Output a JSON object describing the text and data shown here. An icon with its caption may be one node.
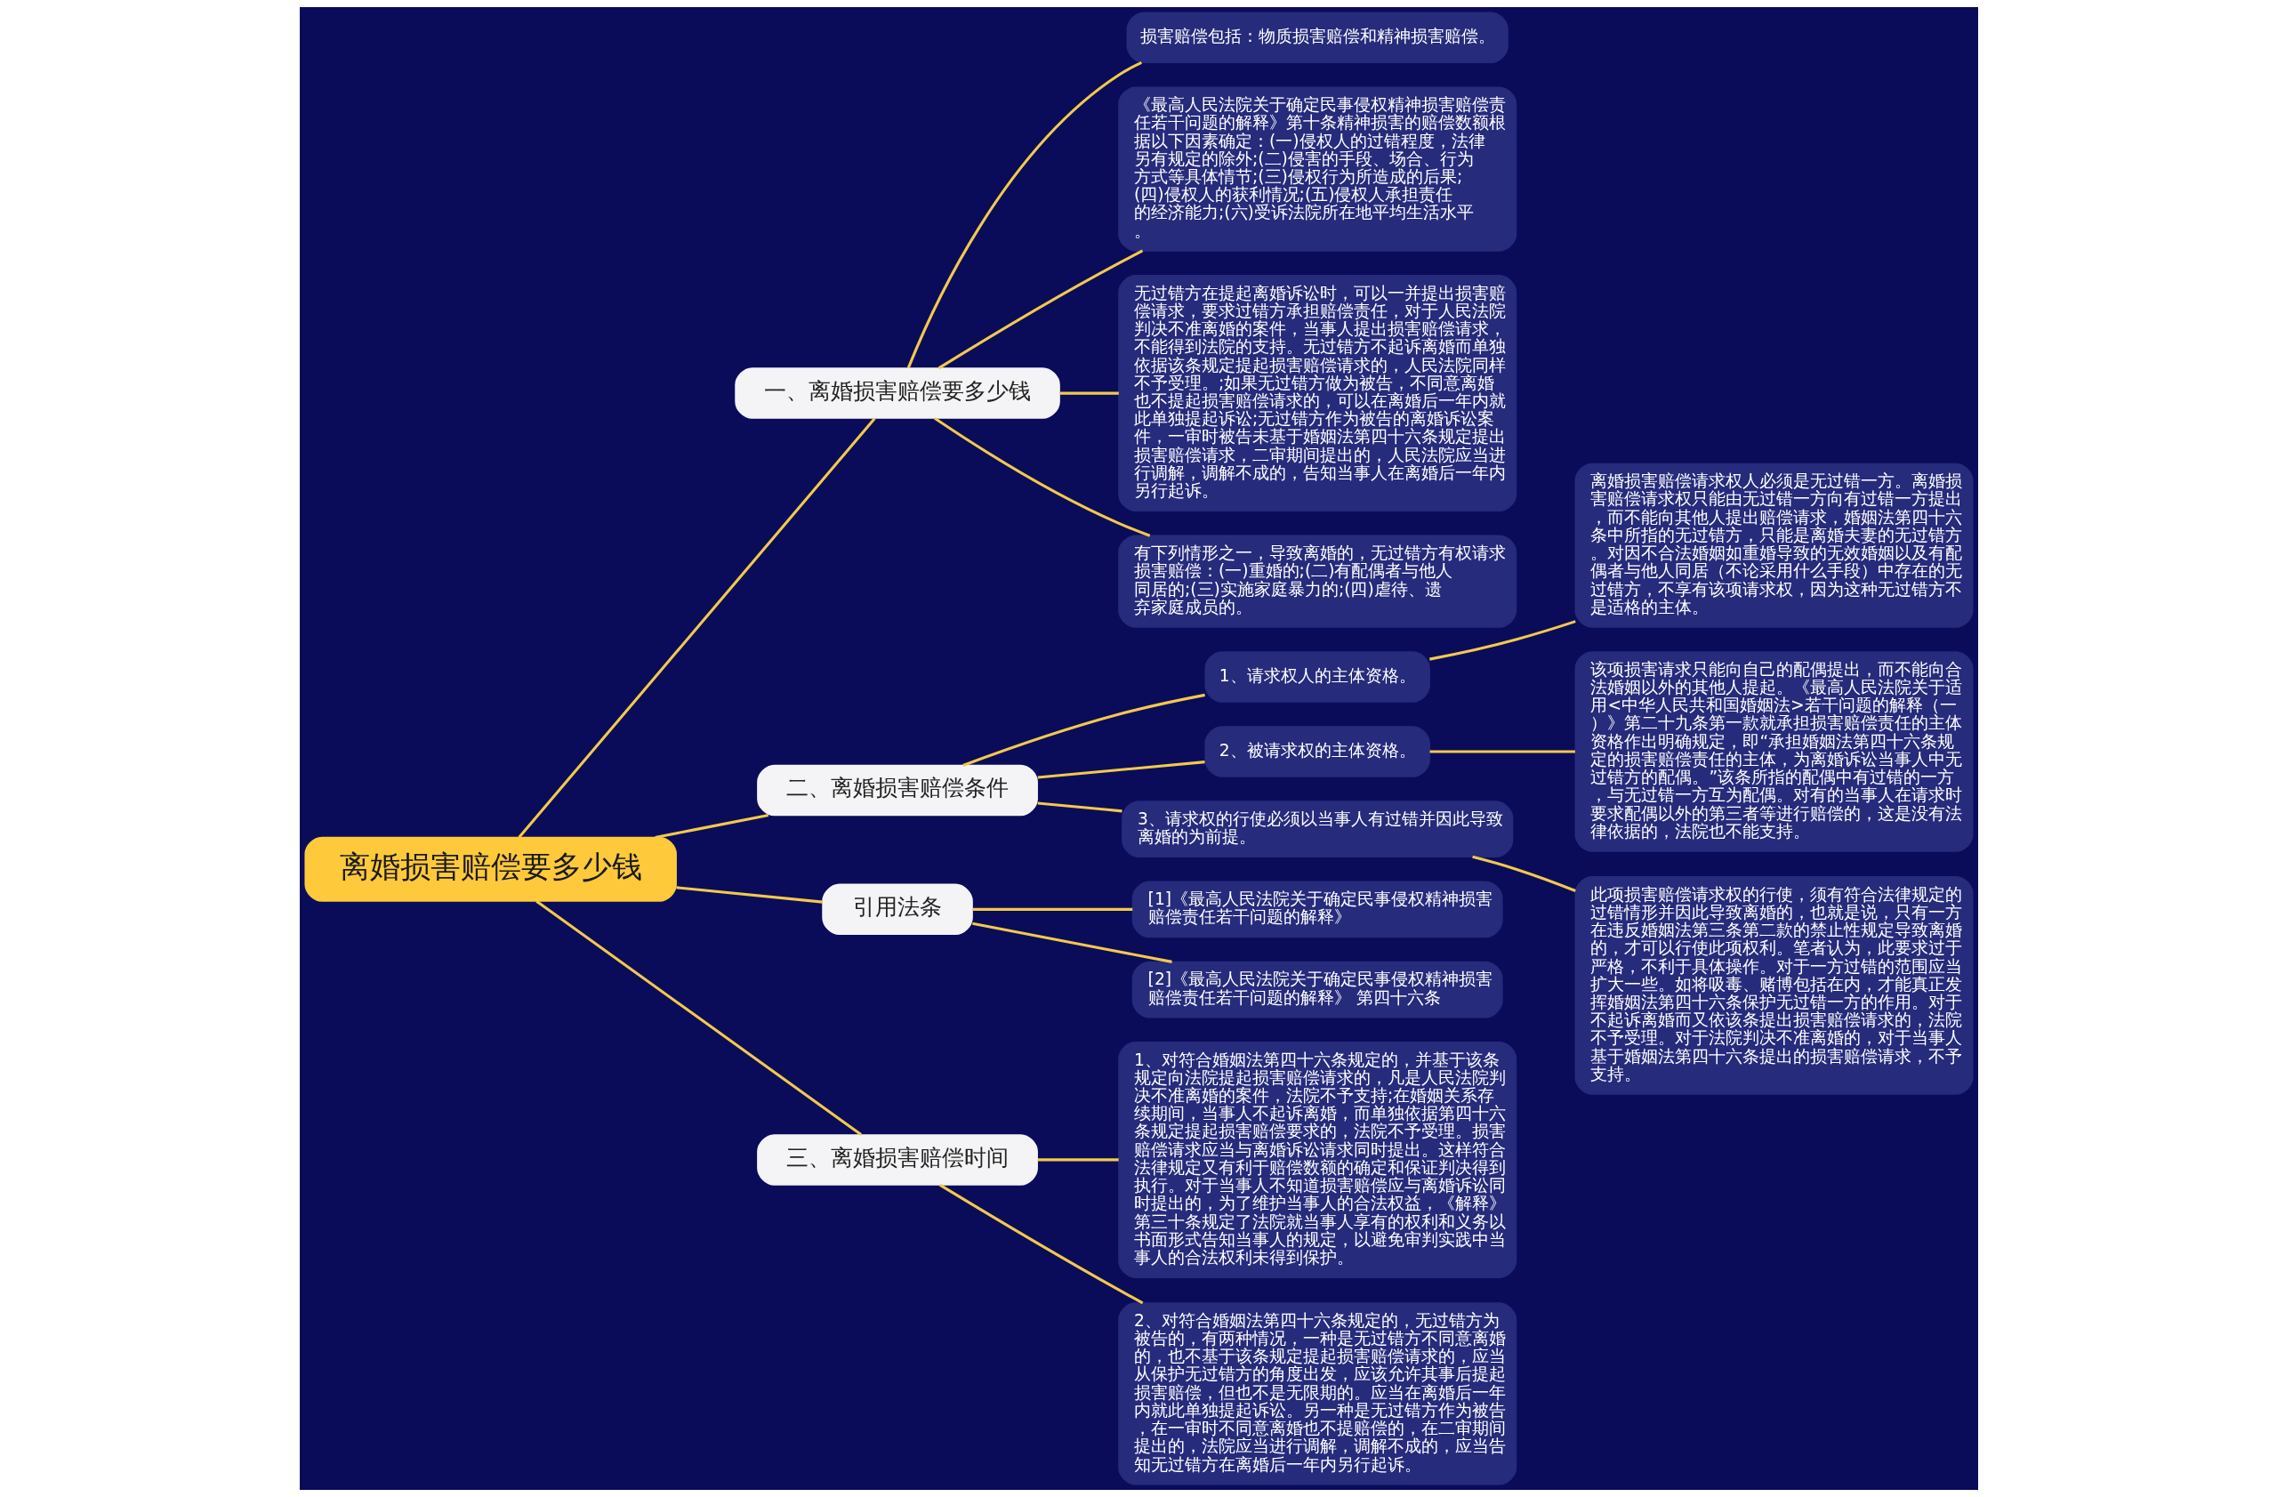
{
  "diagram": {
    "nodes": [
      {
        "text": [
          "离婚损害赔偿要多少钱"
        ]
      },
      {
        "text": [
          "一、离婚损害赔偿要多少钱"
        ]
      },
      {
        "text": [
          "损害赔偿包括：物质损害赔偿和精神损害赔偿。"
        ]
      },
      {
        "text": [
          "《最高人民法院关于确定民事侵权精神损害赔偿责任若干问题的解释》第十条精神损害的赔偿数额根据以下因素确定：(一)侵权人的过错程度，法律另有规定的除外;(二)侵害的手段、场合、行为方式等具体情节;(三)侵权行为所造成的后果;(四)侵权人的获利情况;(五)侵权人承担责任的经济能力;(六)受诉法院所在地平均生活水平。"
        ]
      },
      {
        "text": [
          "无过错方在提起离婚诉讼时，可以一并提出损害赔偿请求，要求过错方承担赔偿责任，对于人民法院判决不准离婚的案件，当事人提出损害赔偿请求，不能得到法院的支持。无过错方不起诉离婚而单独依据该条规定提起损害赔偿请求的，人民法院同样不予受理。;如果无过错方做为被告，不同意离婚也不提起损害赔偿请求的，可以在离婚后一年内就此单独提起诉讼;无过错方作为被告的离婚诉讼案件，一审时被告未基于婚姻法第四十六条规定提出损害赔偿请求，二审期间提出的，人民法院应当进行调解，调解不成的，告知当事人在离婚后一年内另行起诉。"
        ]
      },
      {
        "text": [
          "有下列情形之一，导致离婚的，无过错方有权请求损害赔偿：(一)重婚的;(二)有配偶者与他人同居的;(三)实施家庭暴力的;(四)虐待、遗弃家庭成员的。"
        ]
      },
      {
        "text": [
          "二、离婚损害赔偿条件"
        ]
      },
      {
        "text": [
          "1、请求权人的主体资格。"
        ]
      },
      {
        "text": [
          "离婚损害赔偿请求权人必须是无过错一方。离婚损害赔偿请求权只能由无过错一方向有过错一方提出，而不能向其他人提出赔偿请求，婚姻法第四十六条中所指的无过错方，只能是离婚夫妻的无过错方。对因不合法婚姻如重婚导致的无效婚姻以及有配偶者与他人同居（不论采用什么手段）中存在的无过错方，不享有该项请求权，因为这种无过错方不是适格的主体。"
        ]
      },
      {
        "text": [
          "2、被请求权的主体资格。"
        ]
      },
      {
        "text": [
          "该项损害请求只能向自己的配偶提出，而不能向合法婚姻以外的其他人提起。《最高人民法院关于适用<中华人民共和国婚姻法>若干问题的解释（一）》第二十九条第一款就承担损害赔偿责任的主体资格作出明确规定，即“承担婚姻法第四十六条规定的损害赔偿责任的主体，为离婚诉讼当事人中无过错方的配偶。”该条所指的配偶中有过错的一方，与无过错一方互为配偶。对有的当事人在请求时要求配偶以外的第三者等进行赔偿的，这是没有法律依据的，法院也不能支持。"
        ]
      },
      {
        "text": [
          "3、请求权的行使必须以当事人有过错并因此导致离婚的为前提。"
        ]
      },
      {
        "text": [
          "此项损害赔偿请求权的行使，须有符合法律规定的过错情形并因此导致离婚的，也就是说，只有一方在违反婚姻法第三条第二款的禁止性规定导致离婚的，才可以行使此项权利。笔者认为，此要求过于严格，不利于具体操作。对于一方过错的范围应当扩大一些。如将吸毒、赌博包括在内，才能真正发挥婚姻法第四十六条保护无过错一方的作用。对于不起诉离婚而又依该条提出损害赔偿请求的，法院不予受理。对于法院判决不准离婚的，对于当事人基于婚姻法第四十六条提出的损害赔偿请求，不予支持。"
        ]
      },
      {
        "text": [
          "引用法条"
        ]
      },
      {
        "text": [
          "[1]《最高人民法院关于确定民事侵权精神损害赔偿责任若干问题的解释》"
        ]
      },
      {
        "text": [
          "[2]《最高人民法院关于确定民事侵权精神损害赔偿责任若干问题的解释》 第四十六条"
        ]
      },
      {
        "text": [
          "三、离婚损害赔偿时间"
        ]
      },
      {
        "text": [
          "1、对符合婚姻法第四十六条规定的，并基于该条规定向法院提起损害赔偿请求的，凡是人民法院判决不准离婚的案件，法院不予支持;在婚姻关系存续期间，当事人不起诉离婚，而单独依据第四十六条规定提起损害赔偿要求的，法院不予受理。损害赔偿请求应当与离婚诉讼请求同时提出。这样符合法律规定又有利于赔偿数额的确定和保证判决得到执行。对于当事人不知道损害赔偿应与离婚诉讼同时提出的，为了维护当事人的合法权益，《解释》第三十条规定了法院就当事人享有的权利和义务以书面形式告知当事人的规定，以避免审判实践中当事人的合法权利未得到保护。"
        ]
      },
      {
        "text": [
          "2、对符合婚姻法第四十六条规定的，无过错方为被告的，有两种情况，一种是无过错方不同意离婚的，也不基于该条规定提起损害赔偿请求的，应当从保护无过错方的角度出发，应该允许其事后提起损害赔偿，但也不是无限期的。应当在离婚后一年内就此单独提起诉讼。另一种是无过错方作为被告，在一审时不同意离婚也不提赔偿的，在二审期间提出的，法院应当进行调解，调解不成的，应当告知无过错方在离婚后一年内另行起诉。"
        ]
      }
    ],
    "edges": [
      {
        "from": 0,
        "to": 1,
        "arrow": "none"
      },
      {
        "from": 1,
        "to": 2,
        "arrow": "none"
      },
      {
        "from": 1,
        "to": 3,
        "arrow": "none"
      },
      {
        "from": 1,
        "to": 4,
        "arrow": "none"
      },
      {
        "from": 1,
        "to": 5,
        "arrow": "none"
      },
      {
        "from": 0,
        "to": 6,
        "arrow": "none"
      },
      {
        "from": 6,
        "to": 7,
        "arrow": "none"
      },
      {
        "from": 7,
        "to": 8,
        "arrow": "none"
      },
      {
        "from": 6,
        "to": 9,
        "arrow": "none"
      },
      {
        "from": 9,
        "to": 10,
        "arrow": "none"
      },
      {
        "from": 6,
        "to": 11,
        "arrow": "none"
      },
      {
        "from": 11,
        "to": 12,
        "arrow": "none"
      },
      {
        "from": 0,
        "to": 13,
        "arrow": "none"
      },
      {
        "from": 13,
        "to": 14,
        "arrow": "none"
      },
      {
        "from": 13,
        "to": 15,
        "arrow": "none"
      },
      {
        "from": 0,
        "to": 16,
        "arrow": "none"
      },
      {
        "from": 16,
        "to": 17,
        "arrow": "none"
      },
      {
        "from": 16,
        "to": 18,
        "arrow": "none"
      }
    ]
  }
}
